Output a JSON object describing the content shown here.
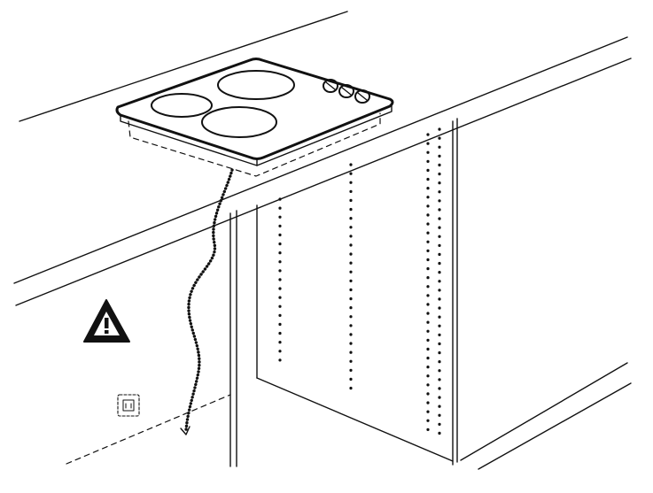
{
  "figure": {
    "subject": "hob-installation",
    "warning_symbol": "warning-triangle-icon",
    "socket_symbol": "electrical-socket-icon",
    "hob_burners": 3,
    "hob_knobs": 3,
    "line_color": "#111111",
    "background": "#ffffff"
  }
}
